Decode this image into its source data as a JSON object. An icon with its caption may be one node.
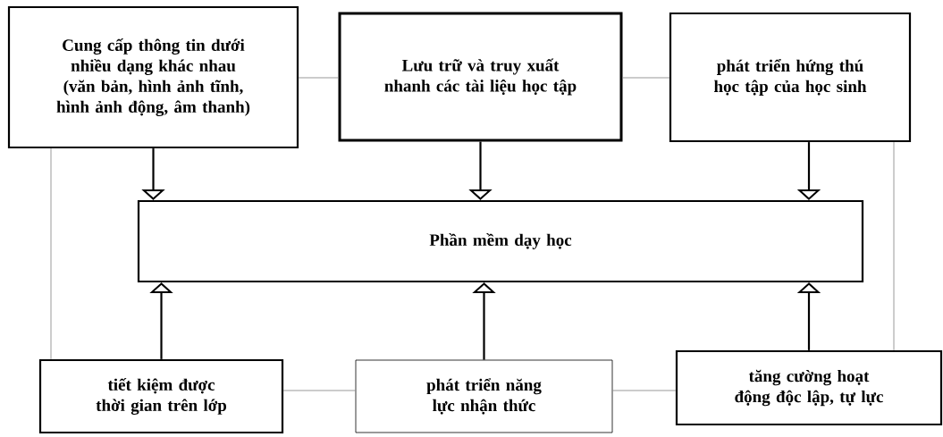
{
  "diagram": {
    "nodes": [
      {
        "text": [
          "Cung cấp thông tin dưới nhiều dạng khác nhau (văn bản, hình ảnh tĩnh, hình ảnh động, âm thanh)"
        ]
      },
      {
        "text": [
          "Lưu trữ và truy xuất nhanh các tài liệu học tập"
        ]
      },
      {
        "text": [
          "phát triển hứng thú học tập của học sinh"
        ]
      },
      {
        "text": [
          "Phần mềm dạy học"
        ]
      },
      {
        "text": [
          "tiết kiệm được thời gian trên lớp"
        ]
      },
      {
        "text": [
          "phát triển năng lực nhận thức"
        ]
      },
      {
        "text": [
          "tăng cường hoạt động độc lập, tự lực"
        ]
      }
    ],
    "edges": [
      {
        "from": 0,
        "to": 3,
        "arrow": "to"
      },
      {
        "from": 1,
        "to": 3,
        "arrow": "to"
      },
      {
        "from": 2,
        "to": 3,
        "arrow": "to"
      },
      {
        "from": 4,
        "to": 3,
        "arrow": "to"
      },
      {
        "from": 5,
        "to": 3,
        "arrow": "to"
      },
      {
        "from": 6,
        "to": 3,
        "arrow": "to"
      },
      {
        "from": 0,
        "to": 1,
        "arrow": "none",
        "color": "#808080"
      },
      {
        "from": 1,
        "to": 2,
        "arrow": "none",
        "color": "#808080"
      },
      {
        "from": 4,
        "to": 5,
        "arrow": "none",
        "color": "#808080"
      },
      {
        "from": 5,
        "to": 6,
        "arrow": "none",
        "color": "#808080"
      },
      {
        "from": 0,
        "to": 4,
        "arrow": "none",
        "color": "#808080"
      },
      {
        "from": 2,
        "to": 6,
        "arrow": "none",
        "color": "#808080"
      }
    ]
  }
}
